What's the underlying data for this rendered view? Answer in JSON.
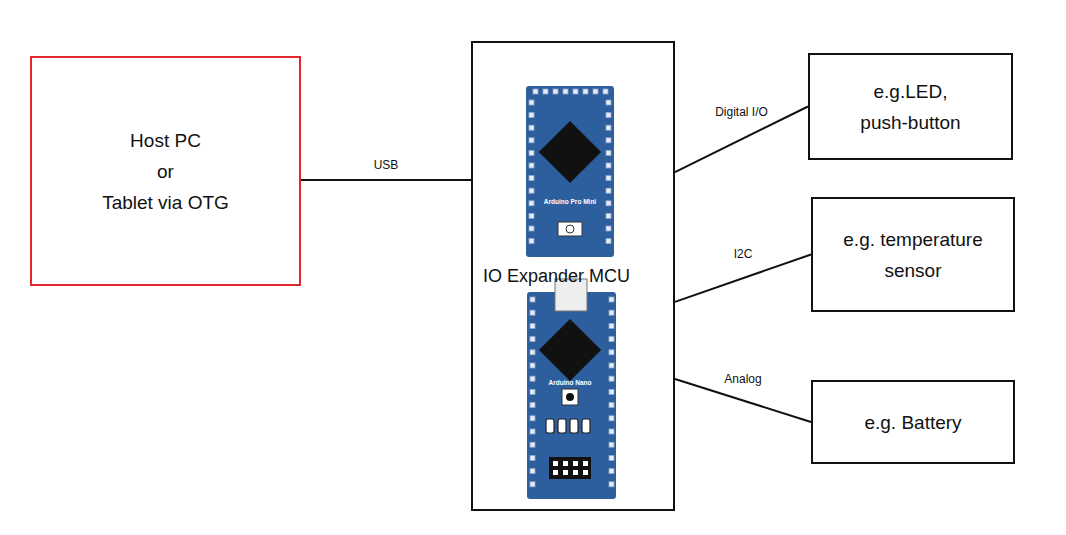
{
  "diagram": {
    "nodes": [
      {
        "text": [
          "Host PC or Tablet via OTG"
        ]
      },
      {
        "text": [
          "IO Expander MCU"
        ]
      },
      {
        "text": [
          "e.g.LED, push-button"
        ]
      },
      {
        "text": [
          "e.g. temperature sensor"
        ]
      },
      {
        "text": [
          "e.g. Battery"
        ]
      }
    ],
    "edges": [
      {
        "from": 0,
        "to": 1,
        "label": "USB",
        "arrow": "none"
      },
      {
        "from": 1,
        "to": 2,
        "label": "Digital I/O",
        "arrow": "none"
      },
      {
        "from": 1,
        "to": 3,
        "label": "I2C",
        "arrow": "none"
      },
      {
        "from": 1,
        "to": 4,
        "label": "Analog",
        "arrow": "none"
      }
    ],
    "labels": [
      "Arduino Pro Mini",
      "Arduino Nano"
    ]
  }
}
